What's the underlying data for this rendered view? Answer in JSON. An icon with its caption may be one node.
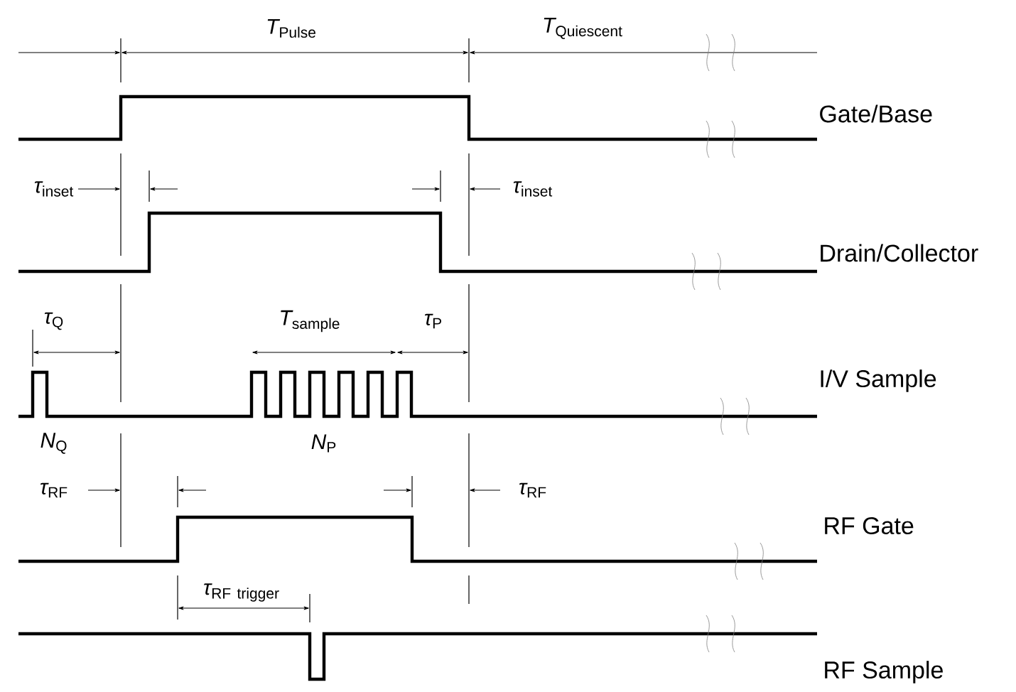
{
  "diagram": {
    "labels": [
      "\\mathit{T}_{\\mathrm{Pulse}}",
      "\\mathit{T}_{\\mathrm{Quiescent}}",
      "Gate/Base",
      "\\mathit{τ}_{\\mathrm{inset}}",
      "\\mathit{τ}_{\\mathrm{inset}}",
      "Drain/Collector",
      "\\mathit{τ}_{\\mathrm{Q}}",
      "\\mathit{T}_{\\mathrm{sample}}",
      "\\mathit{τ}_{\\mathrm{P}}",
      "I/V Sample",
      "\\mathit{N}_{\\mathrm{Q}}",
      "\\mathit{N}_{\\mathrm{P}}",
      "\\mathit{τ}_{\\mathrm{RF}}",
      "\\mathit{τ}_{\\mathrm{RF}}",
      "RF Gate",
      "\\mathit{τ}_{\\mathrm{RF\\ trigger}}",
      "RF Sample"
    ]
  }
}
